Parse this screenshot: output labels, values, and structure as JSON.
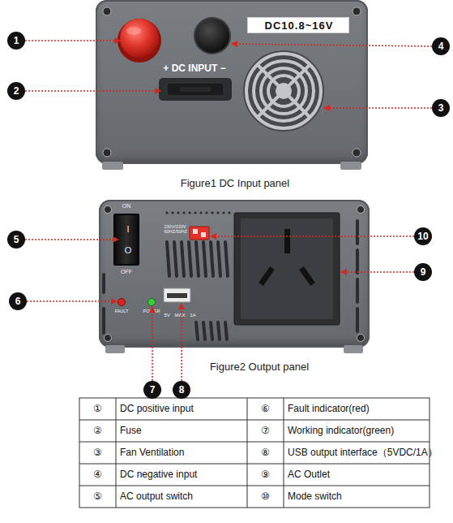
{
  "diagram": {
    "nodes": [
      {
        "text": [
          "+ DC INPUT −"
        ]
      },
      {
        "text": [
          "DC10.8~16V"
        ],
        "in": 0
      },
      {
        "text": [
          "ON",
          "OFF",
          "FAULT",
          "POWER",
          "5V MAX 1A",
          "230V/220V 60HZ/50HZ"
        ]
      },
      {
        "text": [
          "I",
          "O"
        ],
        "in": 2
      }
    ],
    "labels": [
      "1",
      "4",
      "2",
      "3",
      "Figure1 DC Input panel",
      "10",
      "5",
      "9",
      "6",
      "7",
      "8",
      "Figure2 Output panel",
      "①",
      "DC positive input",
      "⑥",
      "Fault indicator(red)",
      "②",
      "Fuse",
      "⑦",
      "Working indicator(green)",
      "③",
      "Fan Ventilation",
      "⑧",
      "USB output interface（5VDC/1A）",
      "④",
      "DC negative input",
      "⑨",
      "AC Outlet",
      "⑤",
      "AC output switch",
      "⑩",
      "Mode switch"
    ]
  }
}
